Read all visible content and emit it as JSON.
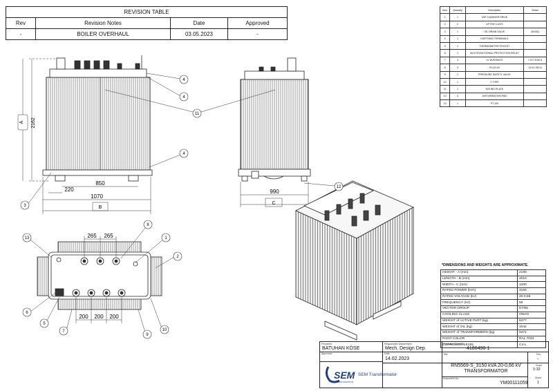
{
  "revision_table": {
    "title": "REVISION TABLE",
    "headers": [
      "Rev",
      "Revision Notes",
      "Date",
      "Approved"
    ],
    "rows": [
      [
        "-",
        "BOILER OVERHAUL",
        "03.05.2023",
        "-"
      ]
    ]
  },
  "parts_list": {
    "headers": [
      "Item",
      "Quantity",
      "Description",
      "Detail"
    ],
    "rows": [
      [
        "1",
        "1",
        "TAP CHANGER DRIVE",
        ""
      ],
      [
        "2",
        "2",
        "LIFTING LUGS",
        ""
      ],
      [
        "3",
        "1",
        "OIL DRAIN VALVE",
        "[NV40]"
      ],
      [
        "4",
        "1",
        "EARTHING TERMINALS",
        ""
      ],
      [
        "5",
        "1",
        "THERMOMETER POCKET",
        ""
      ],
      [
        "6",
        "1",
        "MULTIFUNCTIONAL PROTECTION RELAY",
        ""
      ],
      [
        "7",
        "4",
        "LV BUSHINGS",
        "1 KV 3150 A"
      ],
      [
        "8",
        "3",
        "PLUG-IN",
        "24 kV 250 A"
      ],
      [
        "9",
        "1",
        "PRESSURE SAFETY VALVE",
        ""
      ],
      [
        "10",
        "1",
        "1\" PIPE",
        ""
      ],
      [
        "11",
        "1",
        "RATING PLATE",
        ""
      ],
      [
        "12",
        "4",
        "ANTIVIBRATION PAD",
        ""
      ],
      [
        "13",
        "1",
        "PT-100",
        ""
      ]
    ]
  },
  "dimensions": {
    "title": "*DIMENSIONS AND WEIGHTS ARE APPROXIMATE.",
    "rows": [
      [
        "HEIGHT - A (mm)",
        "2190"
      ],
      [
        "LENGTH - B (mm)",
        "2010"
      ],
      [
        "WIDTH - C (mm)",
        "1200"
      ],
      [
        "RATED POWER (kVA)",
        "3150"
      ],
      [
        "RATED VOLTAGE (kV)",
        "20-0,66"
      ],
      [
        "FREQUENCY (Hz)",
        "50"
      ],
      [
        "VECTOR GROUP",
        "DYN5"
      ],
      [
        "COOLING CLASS",
        "ONAN"
      ],
      [
        "WEIGHT of ACTIVE PART (kg)",
        "6377"
      ],
      [
        "WEIGHT of OIL (kg)",
        "1042"
      ],
      [
        "WEIGHT of TRANSFORMERS (kg)",
        "6371"
      ],
      [
        "PAINT COLOR",
        "RAL 7033"
      ],
      [
        "CORROSION LEVEL",
        "C4-L"
      ]
    ]
  },
  "title_block": {
    "prepared_label": "Prepared",
    "prepared": "BATUHAN KÖSE",
    "approved_label": "Approved",
    "responsible_label": "Responsible Department",
    "responsible": "Mech. Design Dep.",
    "date_label": "Date",
    "date": "14.02.2023",
    "order_label": "Purchase Order No.",
    "order": "4180498-1",
    "title_label": "Title",
    "title_line1": "RN5569-S_3150 kVA 20-0,66 kV",
    "title_line2": "TRANSFORMATOR",
    "docno_label": "Document No.",
    "docno": "YM00111059",
    "rev_label": "Rev.",
    "rev": "-",
    "scale_label": "Scale",
    "scale": "1:32",
    "sheet_label": "Sheet",
    "sheet": "1",
    "logo_text": "SEM",
    "logo_sub": "TRANSFORMATOR",
    "company": "SEM Transformator"
  },
  "drawing": {
    "dims": {
      "height": "2162",
      "a": "A",
      "d220": "220",
      "d850": "850",
      "d1070": "1070",
      "b": "B",
      "d990": "990",
      "c": "C",
      "d265a": "265",
      "d265b": "265",
      "d200a": "200",
      "d200b": "200",
      "d200c": "200"
    },
    "balloons": {
      "front_4a": "4",
      "front_4b": "4",
      "front_11": "11",
      "front_4c": "4",
      "front_3": "3",
      "side_12": "12",
      "top_8": "8",
      "top_13": "13",
      "top_1": "1",
      "top_2": "2",
      "top_6": "6",
      "top_5": "5",
      "top_7": "7",
      "top_9": "9",
      "top_10": "10"
    }
  }
}
